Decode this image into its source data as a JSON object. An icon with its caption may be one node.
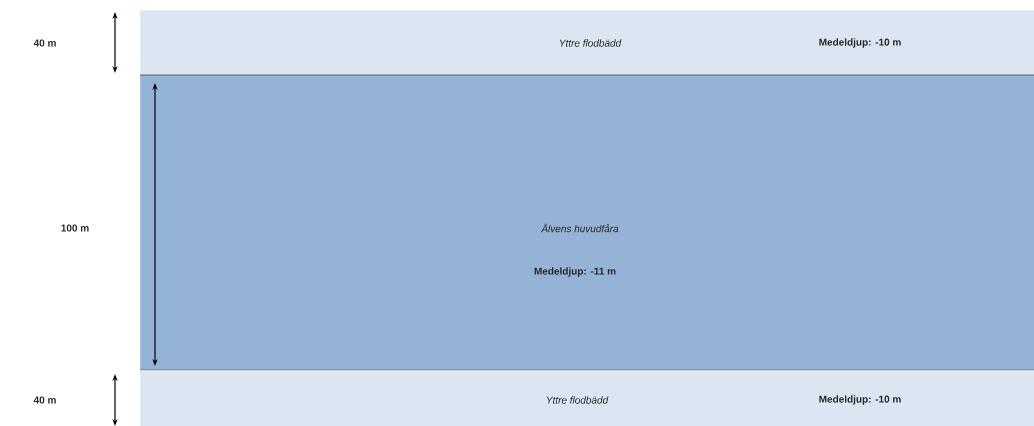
{
  "diagram": {
    "nodes": [
      {
        "text": [
          "Yttre flodbädd",
          "Medeldjup: -10 m"
        ]
      },
      {
        "text": [
          "Älvens huvudfåra",
          "Medeldjup: -11 m"
        ]
      },
      {
        "text": [
          "Yttre flodbädd",
          "Medeldjup: -10 m"
        ]
      }
    ],
    "labels": [
      "40 m",
      "100 m",
      "40 m"
    ]
  }
}
